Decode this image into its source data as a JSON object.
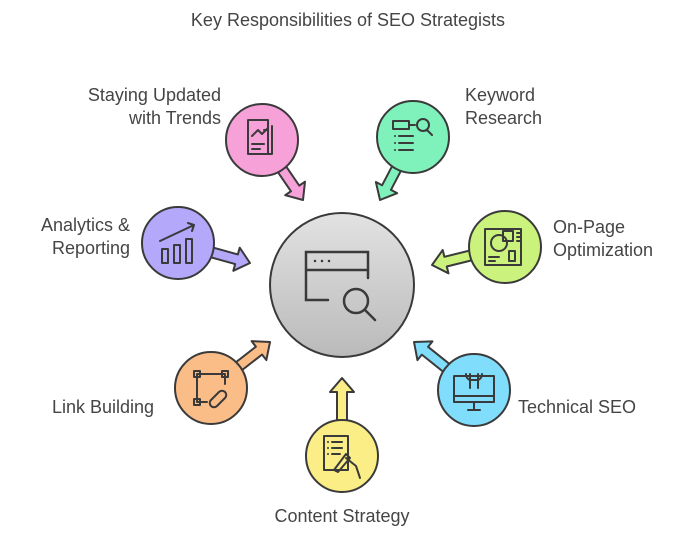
{
  "title": "Key Responsibilities of SEO Strategists",
  "center": {
    "icon": "browser-search-icon",
    "color": "#c8c8c8"
  },
  "nodes": [
    {
      "id": "trends",
      "label": "Staying Updated\nwith Trends",
      "icon": "report-trend-icon",
      "color": "#f7a1d9"
    },
    {
      "id": "keyword",
      "label": "Keyword\nResearch",
      "icon": "list-search-icon",
      "color": "#7ff2bb"
    },
    {
      "id": "analytics",
      "label": "Analytics &\nReporting",
      "icon": "bar-chart-trend-icon",
      "color": "#b4a8fb"
    },
    {
      "id": "onpage",
      "label": "On-Page\nOptimization",
      "icon": "page-layout-icon",
      "color": "#caf27d"
    },
    {
      "id": "link",
      "label": "Link Building",
      "icon": "link-square-icon",
      "color": "#fbbd87"
    },
    {
      "id": "technical",
      "label": "Technical SEO",
      "icon": "monitor-wrench-icon",
      "color": "#80ddfb"
    },
    {
      "id": "content",
      "label": "Content Strategy",
      "icon": "document-pen-icon",
      "color": "#fbee87"
    }
  ]
}
